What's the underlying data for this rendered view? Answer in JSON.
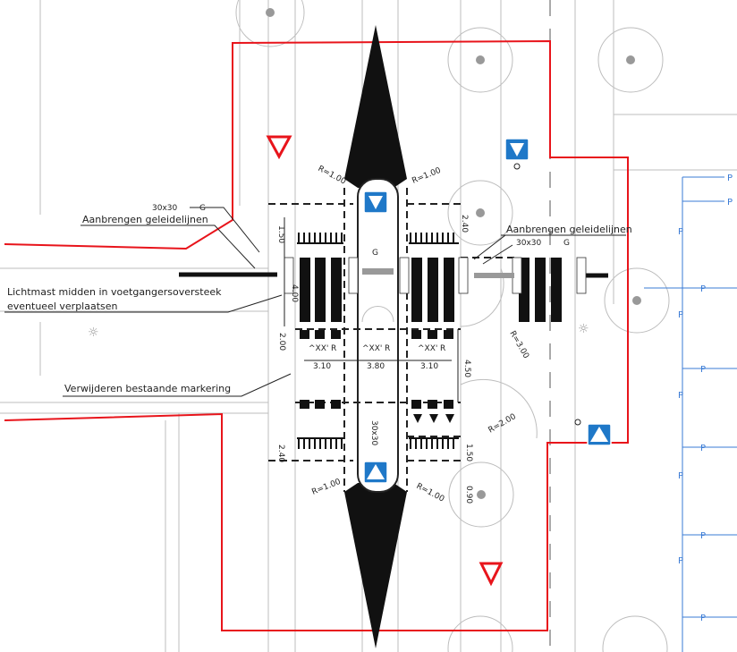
{
  "drawing": {
    "notes": {
      "guide_lines_left": "Aanbrengen geleidelijnen",
      "guide_lines_right": "Aanbrengen geleidelijnen",
      "light_pole_line1": "Lichtmast midden in voetgangersoversteek",
      "light_pole_line2": "eventueel verplaatsen",
      "remove_marking": "Verwijderen bestaande markering"
    },
    "tile_spec": "30x30",
    "tile_code": "G",
    "dimensions": [
      "R=1.00",
      "R=1.00",
      "R=1.00",
      "R=1.00",
      "1.50",
      "4.00",
      "2.00",
      "3.10",
      "3.80",
      "3.10",
      "4.50",
      "2.40",
      "2.40",
      "R=3.00",
      "R=2.00",
      "1.50",
      "0.90"
    ],
    "lane_marker": "R",
    "parking_label": "P",
    "colors": {
      "boundary": "#e8141b",
      "sign_blue": "#1f78c8",
      "parking": "#3a7bd5"
    }
  }
}
